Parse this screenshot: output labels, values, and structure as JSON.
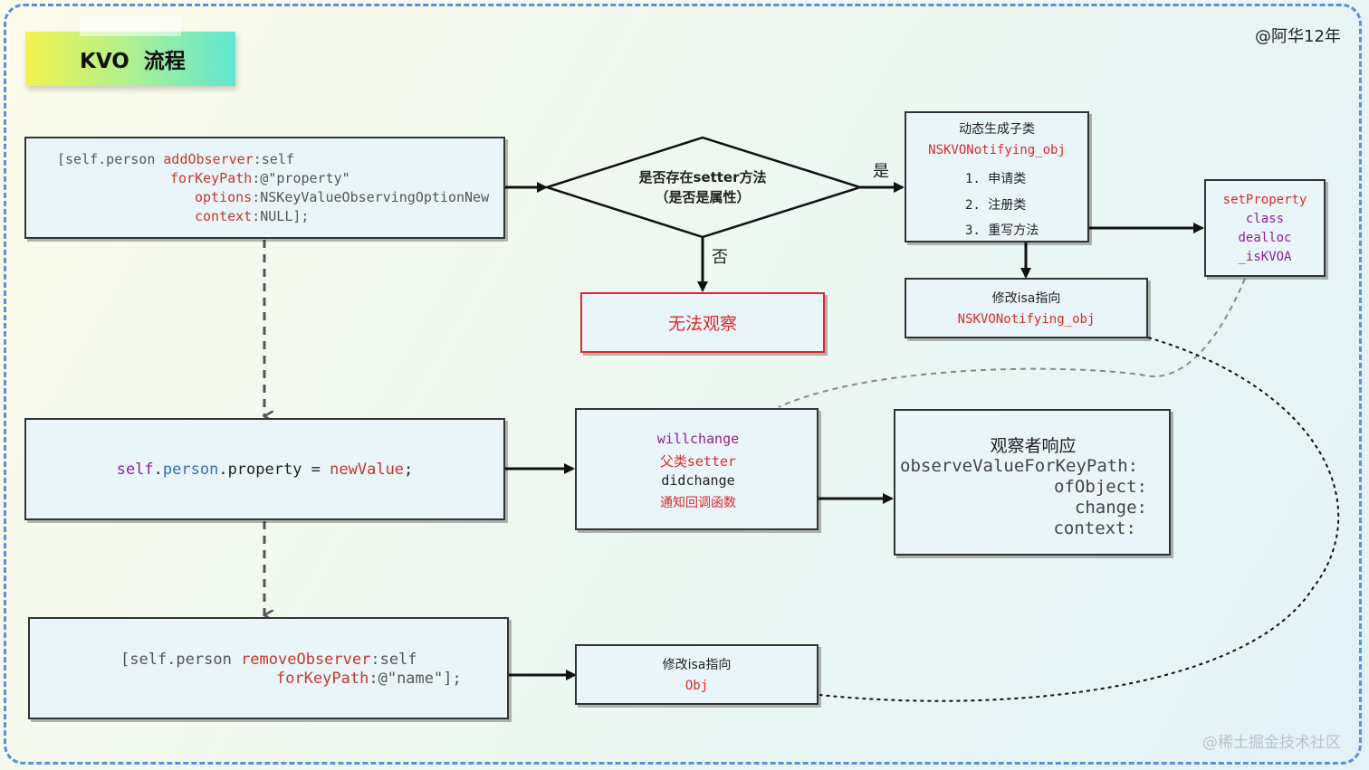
{
  "title": "KVO  流程",
  "author": "@阿华12年",
  "watermark": "@稀土掘金技术社区",
  "add_observer": {
    "l1_a": "[self.person ",
    "l1_b": "addObserver",
    "l1_c": ":self",
    "l2_a": "forKeyPath",
    "l2_b": ":@\"property\"",
    "l3_a": "options",
    "l3_b": ":NSKeyValueObservingOptionNew",
    "l4_a": "context",
    "l4_b": ":NULL];"
  },
  "decision": {
    "line1": "是否存在setter方法",
    "line2": "（是否是属性）"
  },
  "label_yes": "是",
  "label_no": "否",
  "cannot_observe": "无法观察",
  "subclass": {
    "title": "动态生成子类",
    "class_name": "NSKVONotifying_obj",
    "steps": [
      "1. 申请类",
      "2. 注册类",
      "3. 重写方法"
    ]
  },
  "overrides": [
    "setProperty",
    "class",
    "dealloc",
    "_isKVOA"
  ],
  "isa_change1": {
    "title": "修改isa指向",
    "value": "NSKVONotifying_obj"
  },
  "set_property": {
    "a": "self",
    "b": ".",
    "c": "person",
    "d": ".property = ",
    "e": "newValue",
    "f": ";"
  },
  "setter_flow": [
    "willchange",
    "父类setter",
    "didchange",
    "通知回调函数"
  ],
  "observer_response": {
    "title": "观察者响应",
    "lines": [
      "observeValueForKeyPath:",
      "ofObject:",
      "change:",
      "context:"
    ]
  },
  "remove_observer": {
    "l1_a": "[self.person ",
    "l1_b": "removeObserver",
    "l1_c": ":self",
    "l2_a": "forKeyPath",
    "l2_b": ":@\"name\"];"
  },
  "isa_change2": {
    "title": "修改isa指向",
    "value": "Obj"
  },
  "colors": {
    "accent_red": "#d92a2a",
    "purple": "#8a1f9a",
    "border": "#333333",
    "frame": "#5b8fd8"
  }
}
